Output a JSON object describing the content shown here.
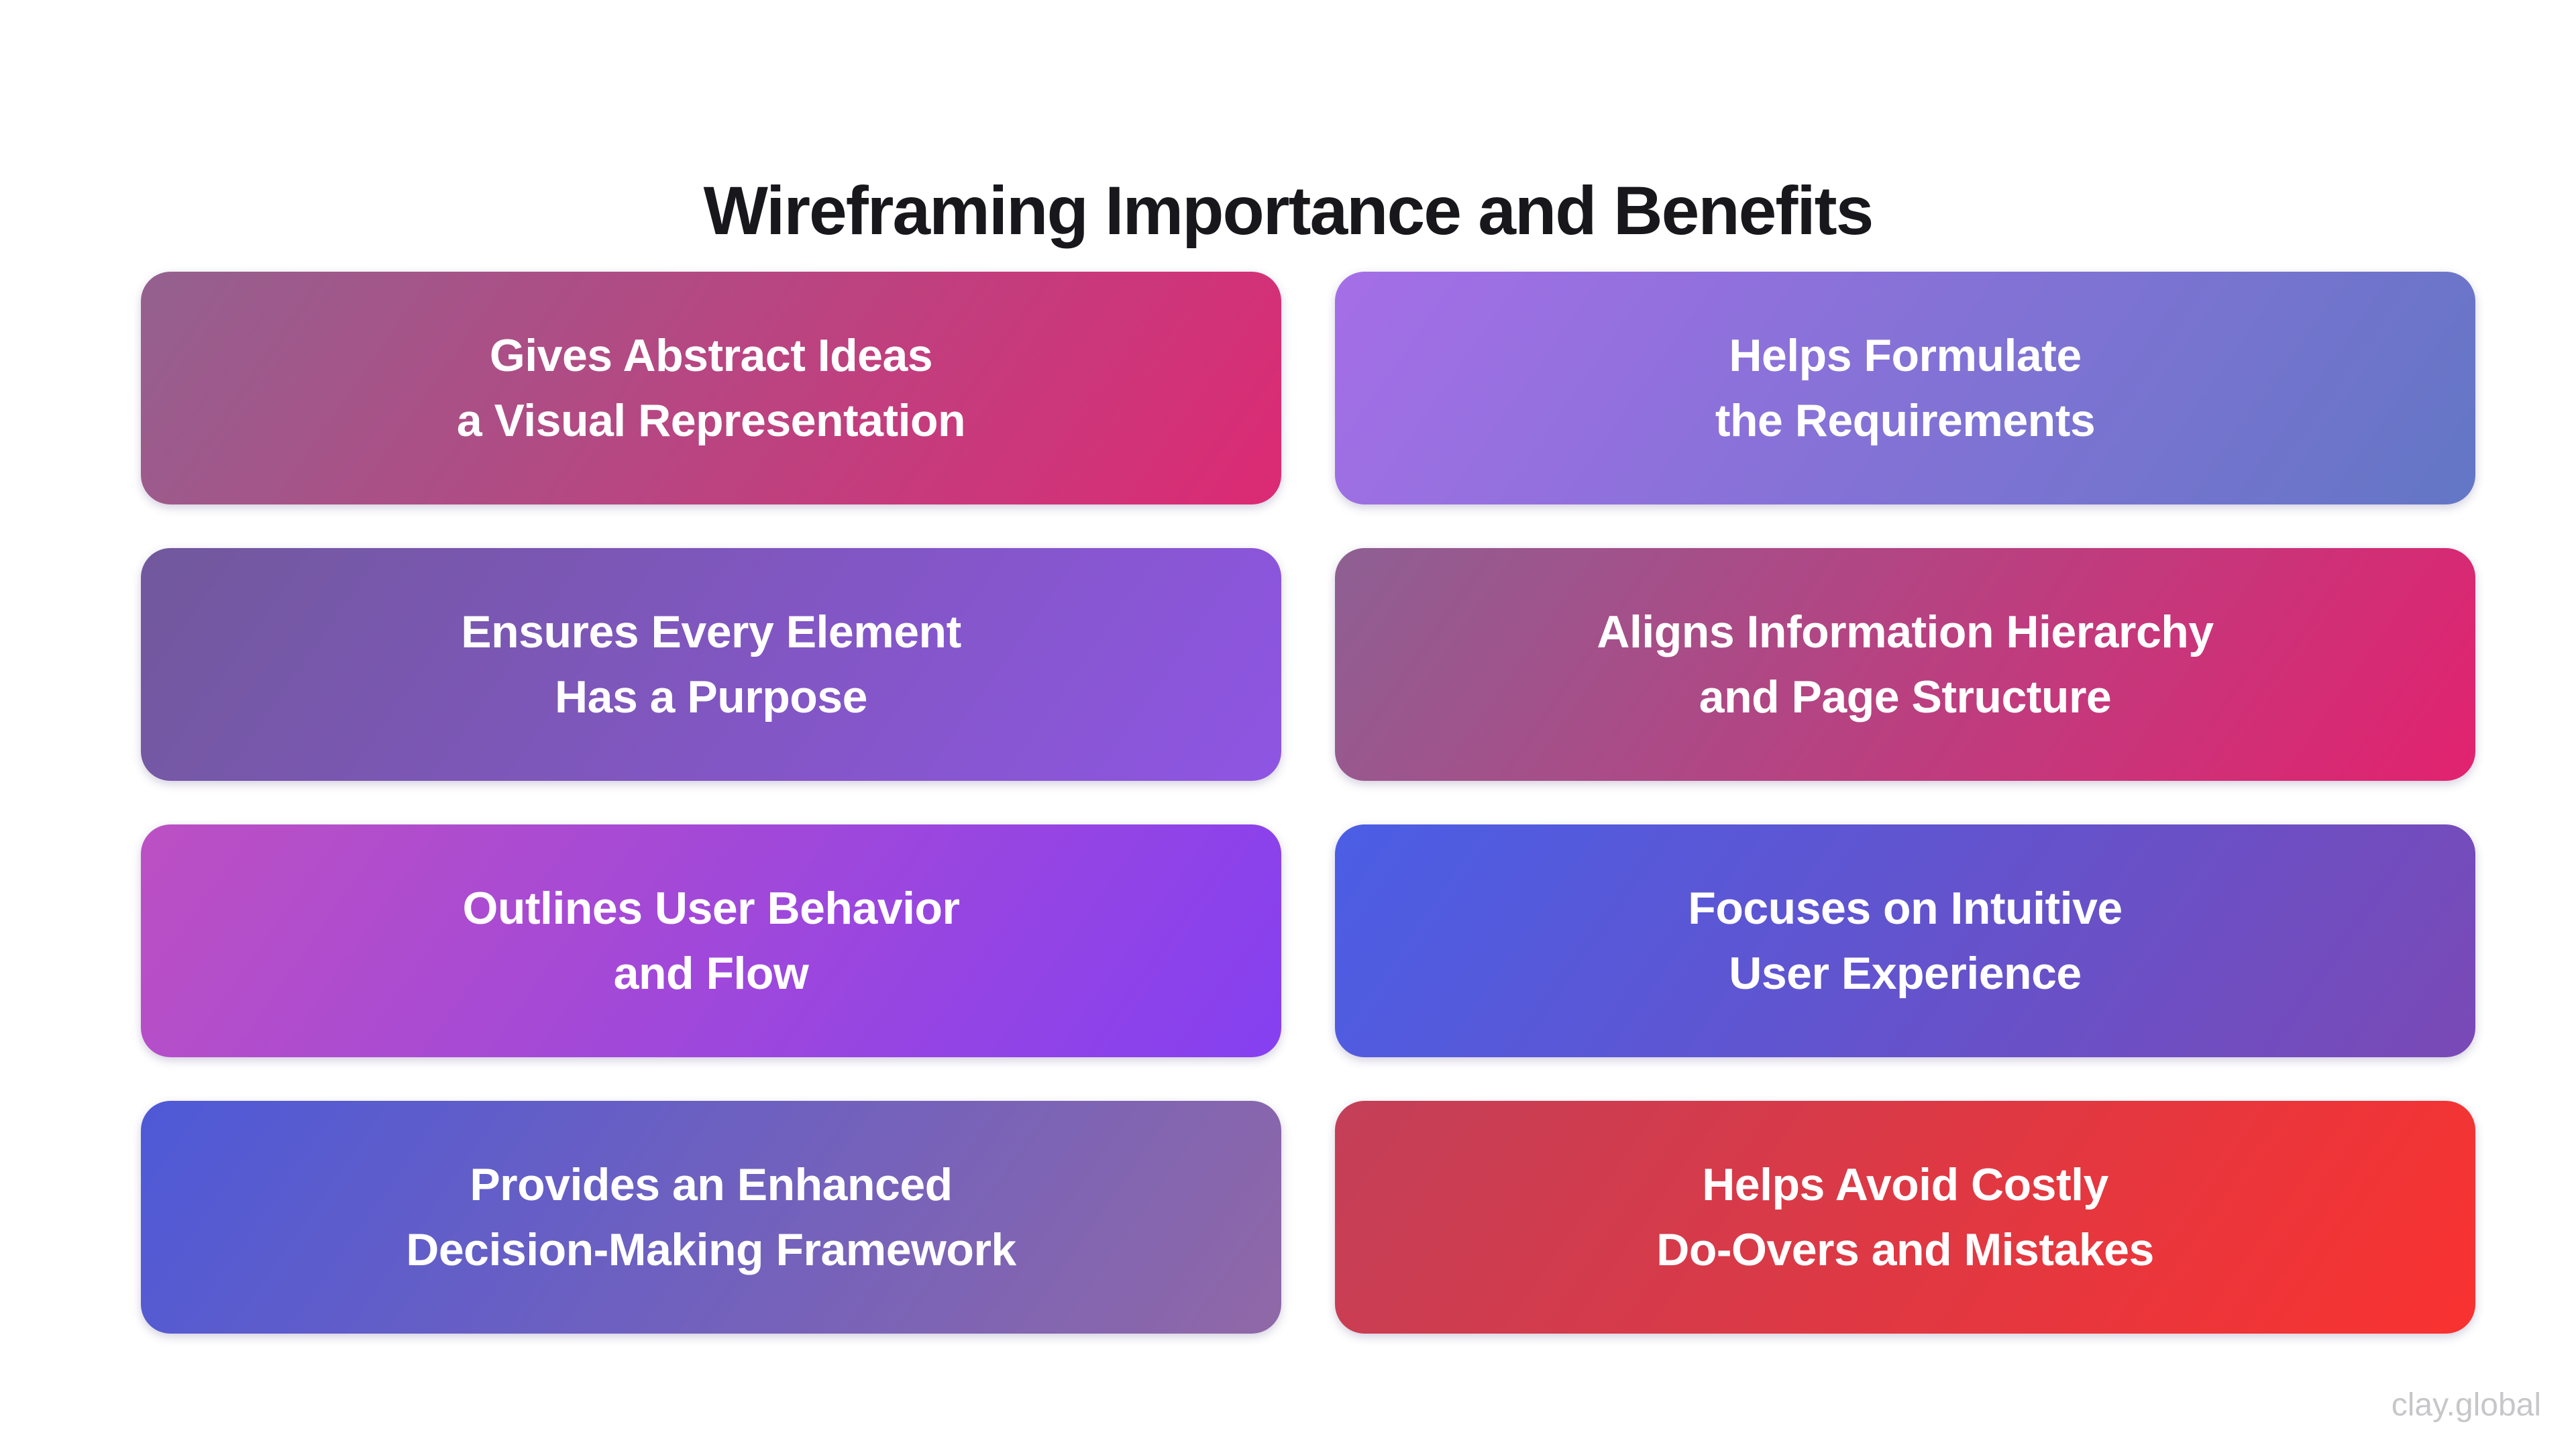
{
  "page": {
    "title": "Wireframing Importance and Benefits",
    "watermark": "clay.global",
    "background_color": "#ffffff",
    "title_color": "#17171c",
    "watermark_color": "#c7c7ca",
    "card_text_color": "#ffffff",
    "gradient_angle": "125deg"
  },
  "cards": [
    {
      "line1": "Gives Abstract Ideas",
      "line2": "a Visual Representation",
      "gradient_start": "#94618F",
      "gradient_end": "#DC2A74"
    },
    {
      "line1": "Helps Formulate",
      "line2": "the Requirements",
      "gradient_start": "#A56EE7",
      "gradient_end": "#6376C5"
    },
    {
      "line1": "Ensures Every Element",
      "line2": "Has a Purpose",
      "gradient_start": "#71589C",
      "gradient_end": "#8F55E3"
    },
    {
      "line1": "Aligns Information Hierarchy",
      "line2": "and Page Structure",
      "gradient_start": "#8E6093",
      "gradient_end": "#E2226F"
    },
    {
      "line1": "Outlines User Behavior",
      "line2": "and Flow",
      "gradient_start": "#BC50C3",
      "gradient_end": "#8540F0"
    },
    {
      "line1": "Focuses on Intuitive",
      "line2": "User Experience",
      "gradient_start": "#4B5EE5",
      "gradient_end": "#7A49B6"
    },
    {
      "line1": "Provides an Enhanced",
      "line2": "Decision-Making Framework",
      "gradient_start": "#4E59D7",
      "gradient_end": "#9068A7"
    },
    {
      "line1": "Helps Avoid Costly",
      "line2": "Do-Overs and Mistakes",
      "gradient_start": "#C33F58",
      "gradient_end": "#F93230"
    }
  ]
}
